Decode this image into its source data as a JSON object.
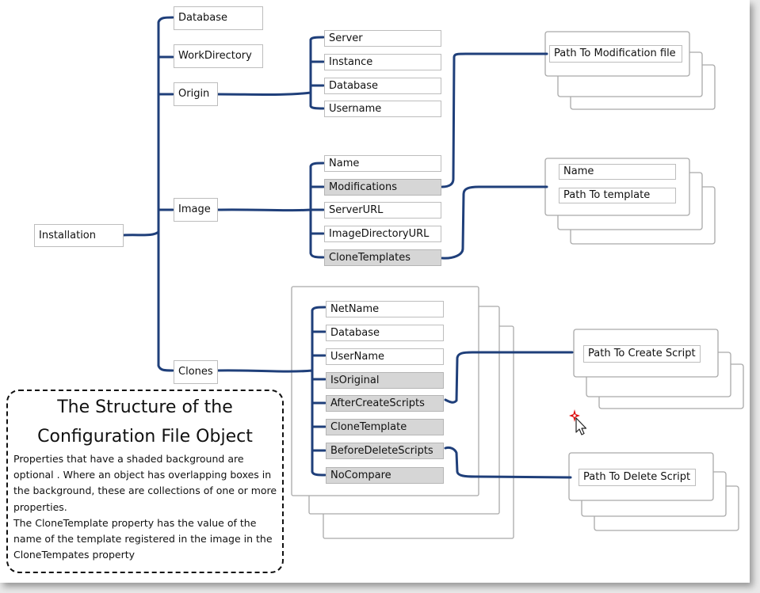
{
  "nodes": {
    "installation": "Installation",
    "database": "Database",
    "workdirectory": "WorkDirectory",
    "origin": "Origin",
    "image": "Image",
    "clones": "Clones",
    "origin_server": "Server",
    "origin_instance": "Instance",
    "origin_database": "Database",
    "origin_username": "Username",
    "image_name": "Name",
    "image_modifications": "Modifications",
    "image_serverurl": "ServerURL",
    "image_imagedirectoryurl": "ImageDirectoryURL",
    "image_clonetemplates": "CloneTemplates",
    "clone_netname": "NetName",
    "clone_database": "Database",
    "clone_username": "UserName",
    "clone_isoriginal": "IsOriginal",
    "clone_aftercreatescripts": "AfterCreateScripts",
    "clone_clonetemplate": "CloneTemplate",
    "clone_beforedeletescripts": "BeforeDeleteScripts",
    "clone_nocompare": "NoCompare",
    "mod_path": "Path To Modification file",
    "tpl_name": "Name",
    "tpl_path": "Path To template",
    "create_script_path": "Path To Create Script",
    "delete_script_path": "Path To Delete Script"
  },
  "legend": {
    "title_line1": "The Structure of the",
    "title_line2": "Configuration File Object",
    "paragraph1": "Properties that have a shaded background are optional . Where an object has overlapping boxes in the background, these are collections of one or more properties.",
    "paragraph2": "The CloneTemplate property has the value of the name of the template registered in the image in the CloneTempates property"
  },
  "colors": {
    "connector": "#1f3f7a",
    "optional_fill": "#d6d6d6",
    "box_border": "#bdbdbd",
    "frame_border": "#a9a9a9"
  },
  "icons": {
    "cursor": "arrow-cursor-icon",
    "click_marker": "red-star-icon"
  }
}
